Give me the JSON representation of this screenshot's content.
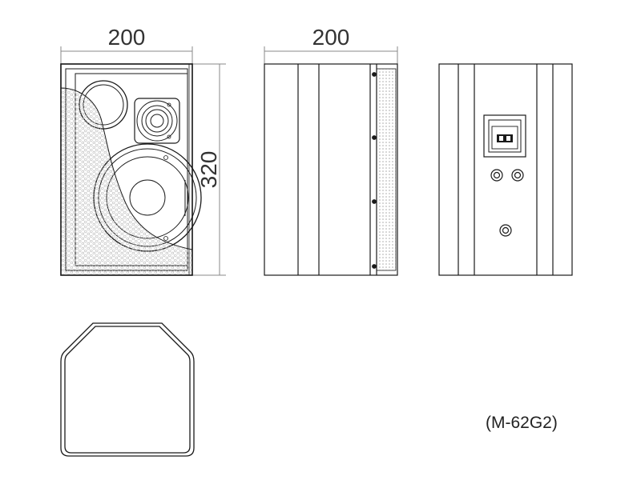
{
  "dimensions": {
    "front_width": "200",
    "side_width": "200",
    "height": "320"
  },
  "model_label": "(M-62G2)",
  "colors": {
    "line": "#1a1a1a",
    "dim_line": "#888888",
    "grille": "#bdbdbd"
  },
  "views": [
    "front-view",
    "side-view",
    "rear-view",
    "top-view"
  ]
}
